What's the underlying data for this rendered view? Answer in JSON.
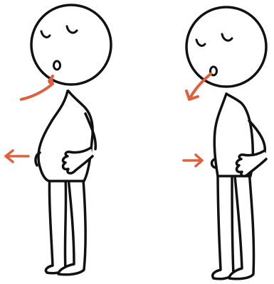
{
  "illustration": {
    "figures": [
      {
        "id": "inhale",
        "eyes": "closed",
        "mouth": "open",
        "belly": "expanded"
      },
      {
        "id": "exhale",
        "eyes": "closed",
        "mouth": "open",
        "belly": "contracted"
      }
    ],
    "colors": {
      "stroke": "#111111",
      "arrow": "#e0603e",
      "fill": "#ffffff",
      "background": "#ffffff"
    },
    "icons": [
      "breath-in-arrow-icon",
      "belly-out-arrow-icon",
      "breath-out-arrow-icon",
      "belly-in-arrow-icon"
    ]
  }
}
